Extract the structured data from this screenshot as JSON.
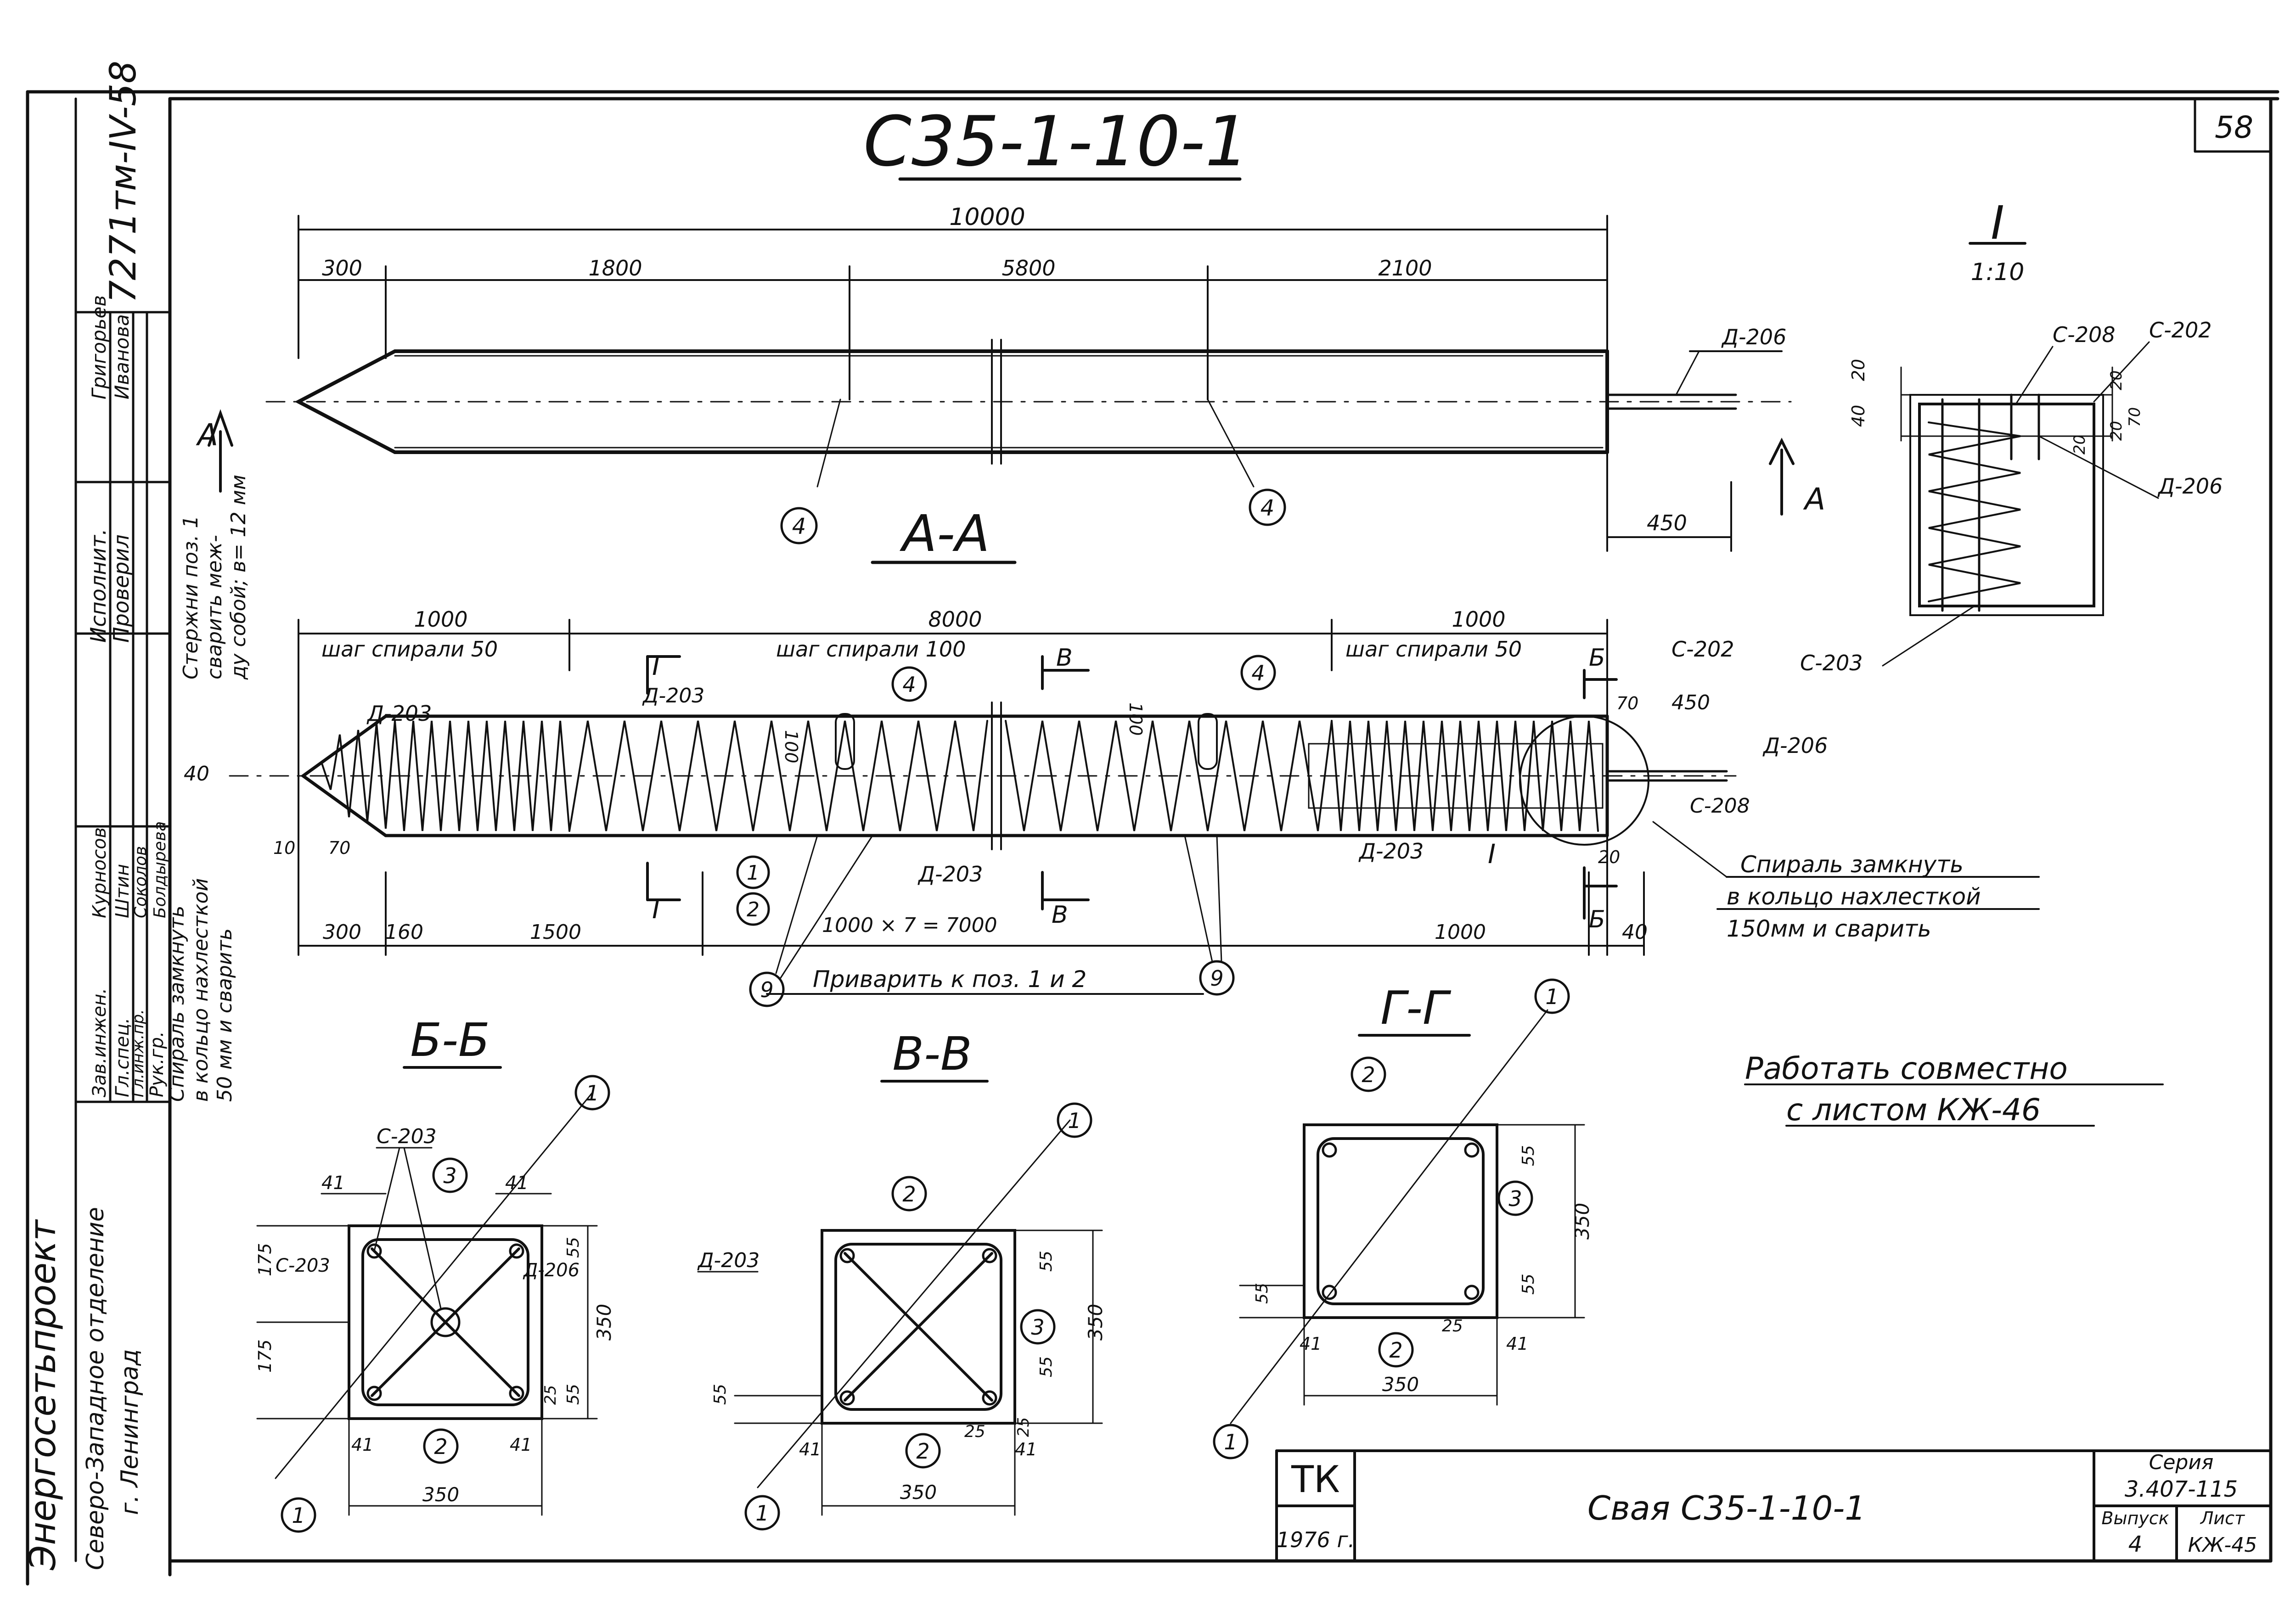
{
  "sheet": {
    "number": "58",
    "title": "С35-1-10-1",
    "frame_code": "7271тм-IV-58"
  },
  "left_stamp": {
    "org": "Энергосетьпроект",
    "branch": "Северо-Западное отделение",
    "city": "г. Ленинград",
    "roles": [
      "Исполнит.",
      "Проверил",
      "Зав.инжен.",
      "Гл.спец.",
      "Гл.инж.пр.",
      "Рук.гр."
    ],
    "names": [
      "Григорьев",
      "Иванова",
      "Курносов",
      "Штин",
      "Соколов",
      "Болдырева"
    ]
  },
  "note_left": [
    "Стержни поз. 1",
    "сварить меж-",
    "ду собой; в= 12 мм"
  ],
  "note_left2": [
    "Спираль замкнуть",
    "в кольцо нахлесткой",
    "50 мм и сварить"
  ],
  "elevation": {
    "total": "10000",
    "segments": [
      "300",
      "1800",
      "5800",
      "2100"
    ],
    "end_dim": "450",
    "bar_label": "Д-206",
    "section_mark": "А",
    "callout_pos": "4"
  },
  "section_aa": {
    "title": "А-А",
    "dims_top": [
      "1000",
      "8000",
      "1000"
    ],
    "pitch": [
      "шаг спирали 50",
      "шаг спирали 100",
      "шаг спирали 50"
    ],
    "dims_bottom": [
      "300",
      "160",
      "1500",
      "1000",
      "40"
    ],
    "small_dims": [
      "10",
      "70",
      "40",
      "100",
      "100",
      "70",
      "450",
      "20"
    ],
    "labels": [
      "Д-203",
      "Д-203",
      "Д-203",
      "Д-203",
      "С-202",
      "Д-206",
      "С-208"
    ],
    "spacing_note": "1000 × 7 = 7000",
    "weld_note": "Приварить к поз. 1 и 2",
    "spiral_note": [
      "Спираль замкнуть",
      "в кольцо нахлесткой",
      "150мм и сварить"
    ],
    "section_letters": [
      "Г",
      "В",
      "Б",
      "I"
    ]
  },
  "detail_i": {
    "title": "I",
    "scale": "1:10",
    "labels": [
      "С-208",
      "С-202",
      "Д-206",
      "С-203"
    ],
    "dims": [
      "20",
      "40",
      "20",
      "70",
      "20",
      "20"
    ]
  },
  "section_bb": {
    "title": "Б-Б",
    "labels": [
      "С-203",
      "С-203",
      "Д-206"
    ],
    "dims": [
      "41",
      "41",
      "175",
      "175",
      "55",
      "55",
      "25",
      "41",
      "41",
      "350",
      "350"
    ]
  },
  "section_vv": {
    "title": "В-В",
    "labels": [
      "Д-203"
    ],
    "dims": [
      "55",
      "55",
      "55",
      "25",
      "41",
      "41",
      "25",
      "350",
      "350"
    ]
  },
  "section_gg": {
    "title": "Г-Г",
    "dims": [
      "55",
      "55",
      "55",
      "25",
      "41",
      "41",
      "350",
      "350"
    ]
  },
  "callouts": [
    "1",
    "2",
    "3",
    "4",
    "9"
  ],
  "note_right": [
    "Работать совместно",
    "с листом КЖ-46"
  ],
  "title_block": {
    "org": "ТК",
    "year": "1976 г.",
    "name": "Свая С35-1-10-1",
    "series_label": "Серия",
    "series": "3.407-115",
    "issue_label": "Выпуск",
    "issue": "4",
    "sheet_label": "Лист",
    "sheet": "КЖ-45"
  }
}
